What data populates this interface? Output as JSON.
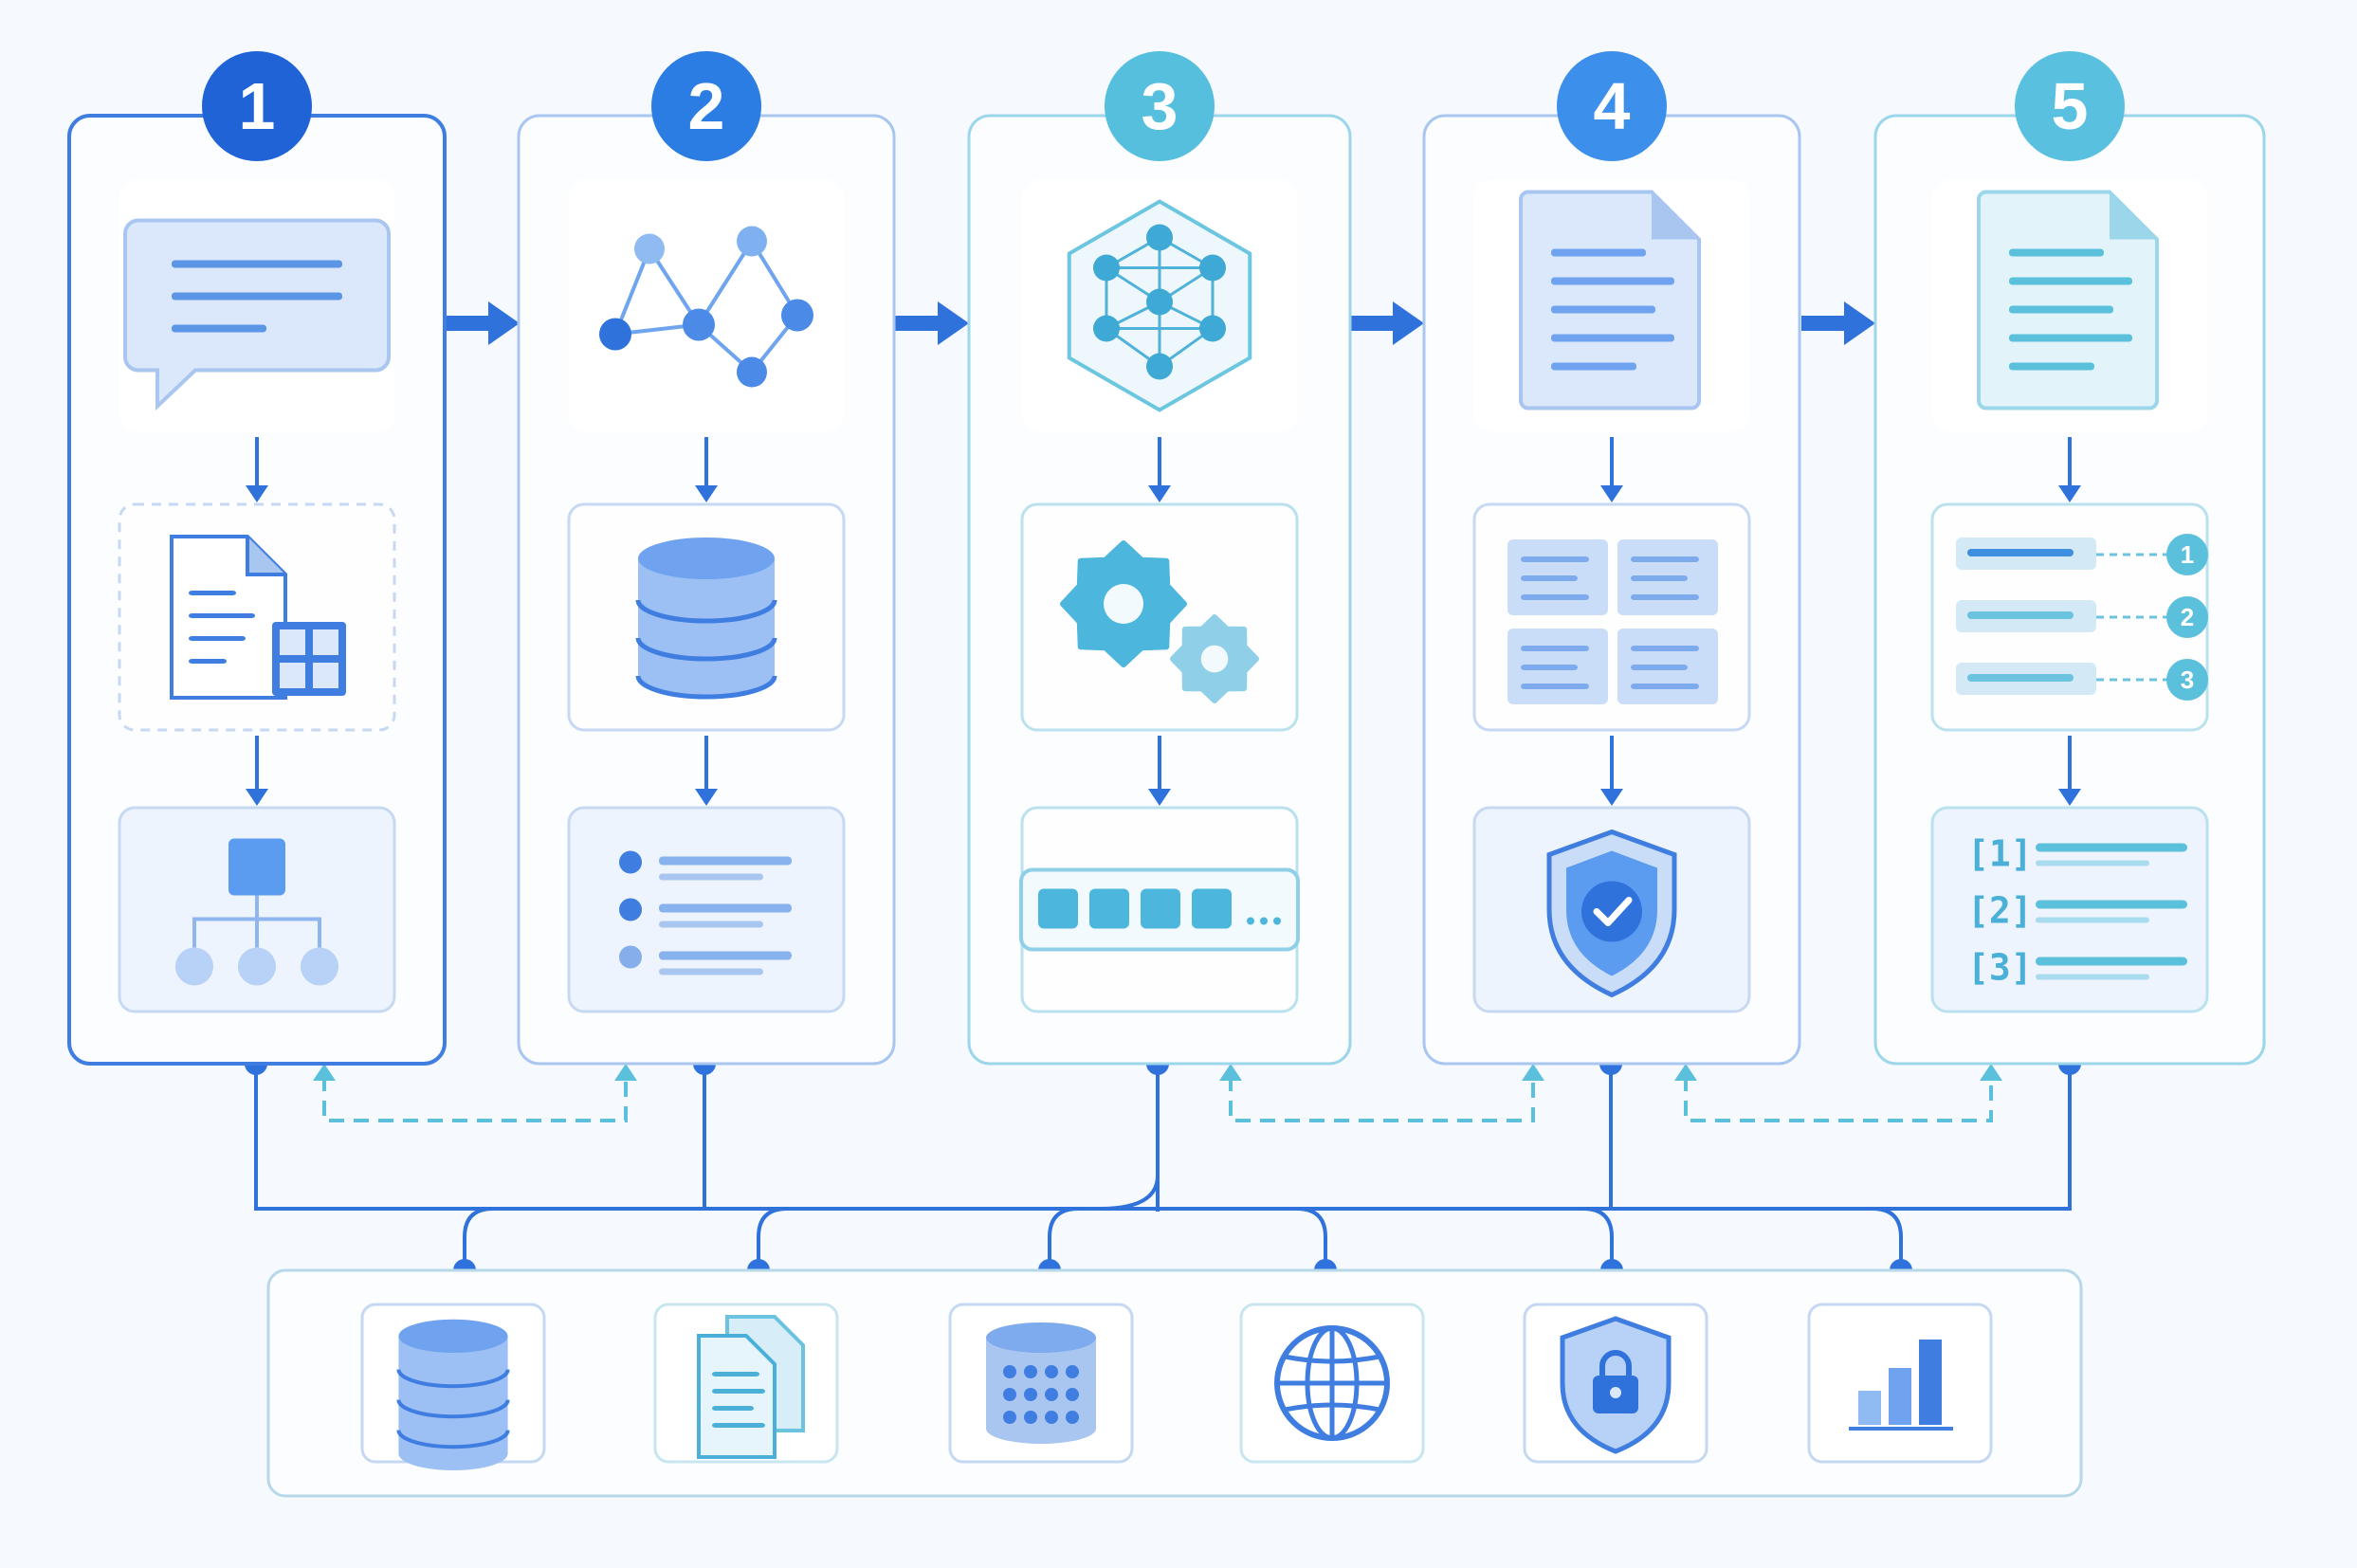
{
  "stages": [
    {
      "number": "1",
      "color": "#1f63d6"
    },
    {
      "number": "2",
      "color": "#2b7ce3"
    },
    {
      "number": "3",
      "color": "#55bfdd"
    },
    {
      "number": "4",
      "color": "#3d8fec"
    },
    {
      "number": "5",
      "color": "#59c1df"
    }
  ],
  "citation_markers": [
    "1",
    "2",
    "3"
  ],
  "reference_labels": [
    "[1]",
    "[2]",
    "[3]"
  ],
  "stage_icons": [
    [
      "chat-bubble-icon",
      "document-grid-icon",
      "hierarchy-icon"
    ],
    [
      "graph-nodes-icon",
      "database-icon",
      "bullet-list-icon"
    ],
    [
      "neural-network-icon",
      "gears-icon",
      "token-sequence-icon"
    ],
    [
      "document-icon",
      "grid-cards-icon",
      "shield-check-icon"
    ],
    [
      "document-icon",
      "citation-list-icon",
      "reference-list-icon"
    ]
  ],
  "resource_icons": [
    "database-icon",
    "documents-icon",
    "data-store-icon",
    "globe-icon",
    "lock-shield-icon",
    "bar-chart-icon"
  ],
  "colors": {
    "primary": "#2f72dc",
    "accent": "#5bc0dc",
    "soft": "#dbe8fb",
    "panel_border": "#b7cfee",
    "background": "#f6f9fd"
  }
}
